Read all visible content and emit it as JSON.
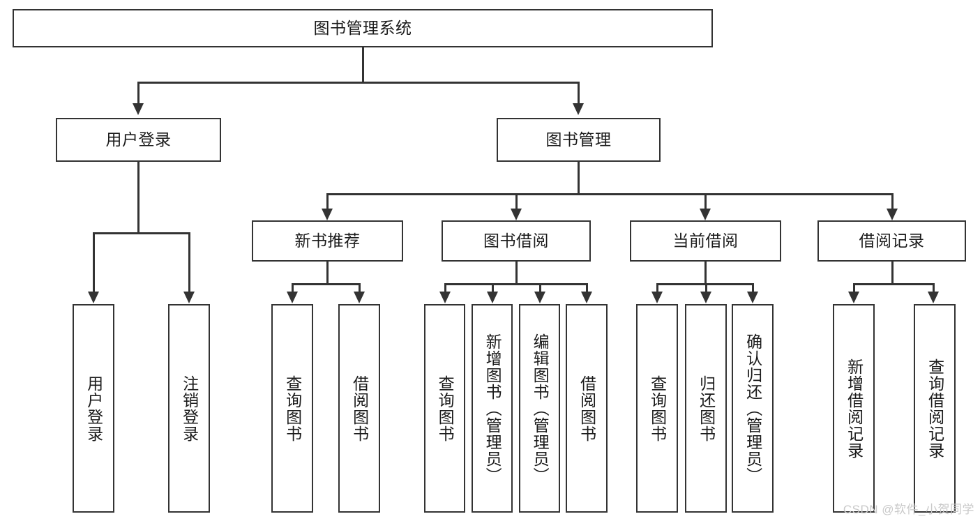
{
  "diagram": {
    "type": "tree-hierarchy",
    "title": "图书管理系统",
    "colors": {
      "stroke": "#333333",
      "fill": "#ffffff",
      "text": "#1b1b1b",
      "watermark": "#c9c9c9"
    },
    "root": {
      "label": "图书管理系统"
    },
    "level2": [
      {
        "label": "用户登录"
      },
      {
        "label": "图书管理"
      }
    ],
    "level3": [
      {
        "label": "新书推荐"
      },
      {
        "label": "图书借阅"
      },
      {
        "label": "当前借阅"
      },
      {
        "label": "借阅记录"
      }
    ],
    "leaves": {
      "user_login": [
        {
          "label": "用户登录"
        },
        {
          "label": "注销登录"
        }
      ],
      "new_book": [
        {
          "label": "查询图书"
        },
        {
          "label": "借阅图书"
        }
      ],
      "book_borrow": [
        {
          "label": "查询图书"
        },
        {
          "label": "新增图书（管理员）"
        },
        {
          "label": "编辑图书（管理员）"
        },
        {
          "label": "借阅图书"
        }
      ],
      "current_borrow": [
        {
          "label": "查询图书"
        },
        {
          "label": "归还图书"
        },
        {
          "label": "确认归还（管理员）"
        }
      ],
      "borrow_record": [
        {
          "label": "新增借阅记录"
        },
        {
          "label": "查询借阅记录"
        }
      ]
    },
    "watermark": "CSDN @软件_小贺同学"
  }
}
